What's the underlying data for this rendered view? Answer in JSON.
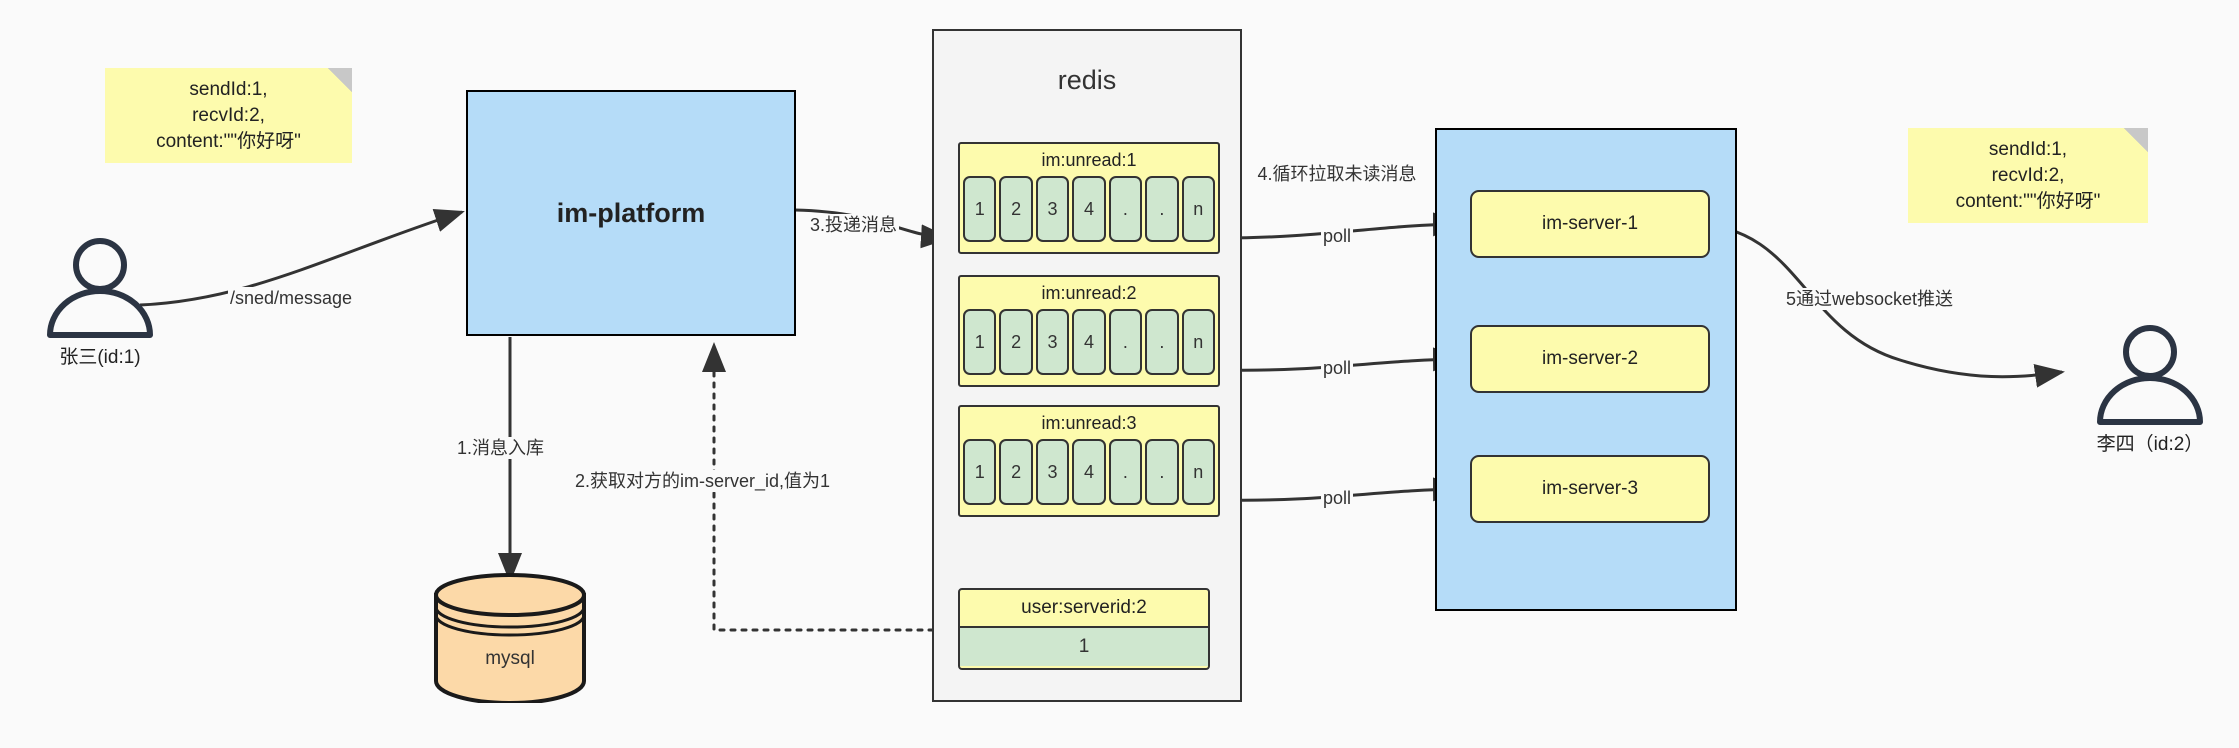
{
  "diagram": {
    "title": "IM message flow",
    "colors": {
      "note_yellow": "#fdfbad",
      "box_blue": "#b5dcf8",
      "cell_green": "#cfe7cf",
      "mysql_orange": "#fcd9a8",
      "container_gray": "#f4f4f4",
      "stroke": "#333333",
      "background": "#fafafa"
    }
  },
  "notes": {
    "left": "sendId:1,\nrecvId:2,\ncontent:\"\"你好呀\"",
    "right": "sendId:1,\nrecvId:2,\ncontent:\"\"你好呀\""
  },
  "actors": {
    "sender": {
      "label": "张三(id:1)"
    },
    "receiver": {
      "label": "李四（id:2）"
    }
  },
  "platform": {
    "label": "im-platform"
  },
  "mysql": {
    "label": "mysql"
  },
  "redis": {
    "title": "redis",
    "queues": [
      {
        "key": "im:unread:1",
        "cells": [
          "1",
          "2",
          "3",
          "4",
          ".",
          ".",
          "n"
        ]
      },
      {
        "key": "im:unread:2",
        "cells": [
          "1",
          "2",
          "3",
          "4",
          ".",
          ".",
          "n"
        ]
      },
      {
        "key": "im:unread:3",
        "cells": [
          "1",
          "2",
          "3",
          "4",
          ".",
          ".",
          "n"
        ]
      }
    ],
    "kv": {
      "key": "user:serverid:2",
      "value": "1"
    }
  },
  "cluster": {
    "servers": [
      {
        "label": "im-server-1"
      },
      {
        "label": "im-server-2"
      },
      {
        "label": "im-server-3"
      }
    ]
  },
  "edges": {
    "send_api": "/sned/message",
    "step1": "1.消息入库",
    "step2": "2.获取对方的im-server_id,值为1",
    "step3": "3.投递消息",
    "step4": "4.循环拉取未读消息",
    "step5": "5通过websocket推送",
    "poll1": "poll",
    "poll2": "poll",
    "poll3": "poll"
  }
}
